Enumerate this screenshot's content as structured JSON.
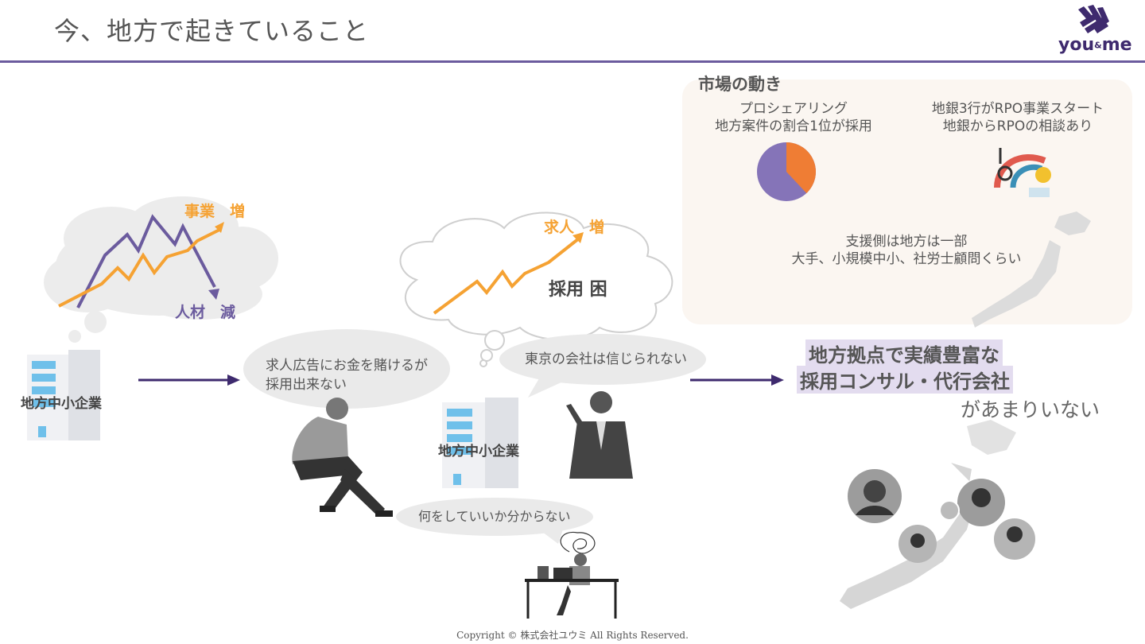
{
  "page": {
    "title": "今、地方で起きていること"
  },
  "logo": {
    "text_you": "you",
    "text_amp": "&",
    "text_me": "me"
  },
  "left_scene": {
    "cloud_label_business": "事業　増",
    "cloud_label_talent": "人材　減",
    "building_label": "地方中小企業"
  },
  "middle_scene": {
    "cloud_label_jobs": "求人　増",
    "cloud_label_difficulty": "採用 困",
    "bubble_ads": [
      "求人広告にお金を賭けるが",
      "採用出来ない"
    ],
    "bubble_tokyo": "東京の会社は信じられない",
    "building_label": "地方中小企業",
    "bubble_unknown": "何をしていいか分からない"
  },
  "market": {
    "heading": "市場の動き",
    "proshare_lines": [
      "プロシェアリング",
      "地方案件の割合1位が採用"
    ],
    "bank_lines": [
      "地銀3行がRPO事業スタート",
      "地銀からRPOの相談あり"
    ],
    "support_lines": [
      "支援側は地方は一部",
      "大手、小規模中小、社労士顧問くらい"
    ],
    "pie_share_recruit": 0.38
  },
  "conclusion": {
    "highlight_line1": "地方拠点で実績豊富な",
    "highlight_line2": "採用コンサル・代行会社",
    "tail": "があまりいない"
  },
  "colors": {
    "accent_purple": "#6b5b9e",
    "dark_purple": "#3e2a6e",
    "orange": "#f5a233",
    "pie_orange": "#ef7d34",
    "pie_purple": "#8574b8"
  },
  "footer": {
    "copyright": "Copyright © 株式会社ユウミ All Rights Reserved."
  }
}
